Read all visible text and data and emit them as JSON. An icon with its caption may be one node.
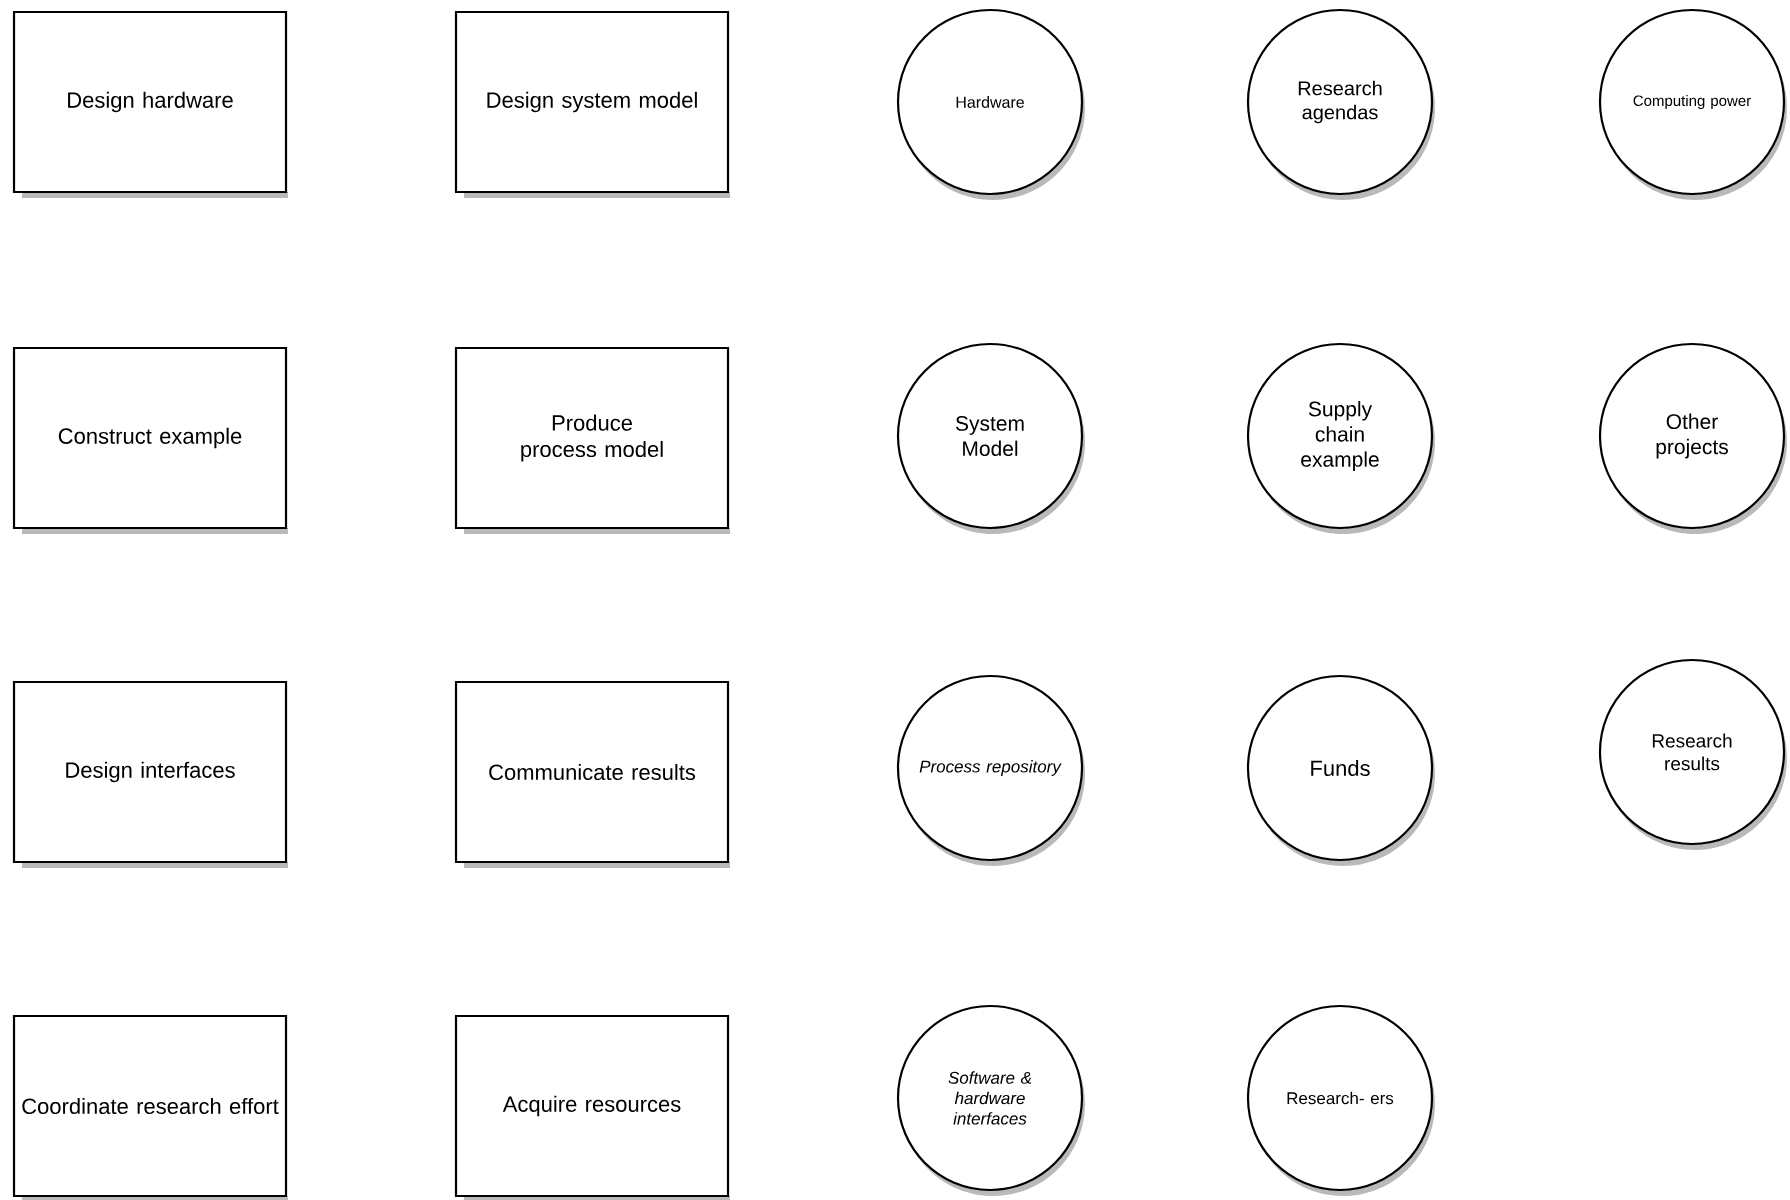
{
  "diagram": {
    "nodes": [
      {
        "text": [
          "Design hardware"
        ]
      },
      {
        "text": [
          "Design system model"
        ]
      },
      {
        "text": [
          "Hardware"
        ]
      },
      {
        "text": [
          "Research agendas"
        ]
      },
      {
        "text": [
          "Computing power"
        ]
      },
      {
        "text": [
          "Construct example"
        ]
      },
      {
        "text": [
          "Produce process model"
        ]
      },
      {
        "text": [
          "System Model"
        ]
      },
      {
        "text": [
          "Supply chain example"
        ]
      },
      {
        "text": [
          "Other projects"
        ]
      },
      {
        "text": [
          "Design interfaces"
        ]
      },
      {
        "text": [
          "Communicate results"
        ]
      },
      {
        "text": [
          "Process repository"
        ]
      },
      {
        "text": [
          "Funds"
        ]
      },
      {
        "text": [
          "Research results"
        ]
      },
      {
        "text": [
          "Coordinate research effort"
        ]
      },
      {
        "text": [
          "Acquire resources"
        ]
      },
      {
        "text": [
          "Software & hardware interfaces"
        ]
      },
      {
        "text": [
          "Research- ers"
        ]
      }
    ]
  }
}
